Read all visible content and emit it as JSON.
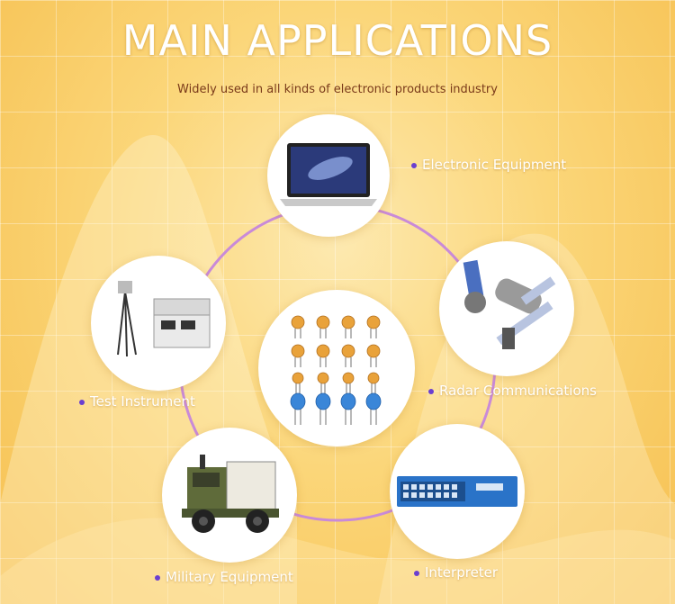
{
  "header": {
    "title": "MAIN APPLICATIONS",
    "subtitle": "Widely used in all kinds of electronic products industry"
  },
  "colors": {
    "accent_ring": "#c98ad8",
    "dot": "#6a3fd0",
    "subtitle": "#7a3a1a"
  },
  "center": {
    "icon": "capacitors-icon"
  },
  "applications": [
    {
      "label": "Electronic Equipment",
      "icon": "laptop-icon"
    },
    {
      "label": "Radar Communications",
      "icon": "satellite-icon"
    },
    {
      "label": "Interpreter",
      "icon": "network-switch-icon"
    },
    {
      "label": "Military Equipment",
      "icon": "military-truck-icon"
    },
    {
      "label": "Test Instrument",
      "icon": "test-instrument-icon"
    }
  ]
}
